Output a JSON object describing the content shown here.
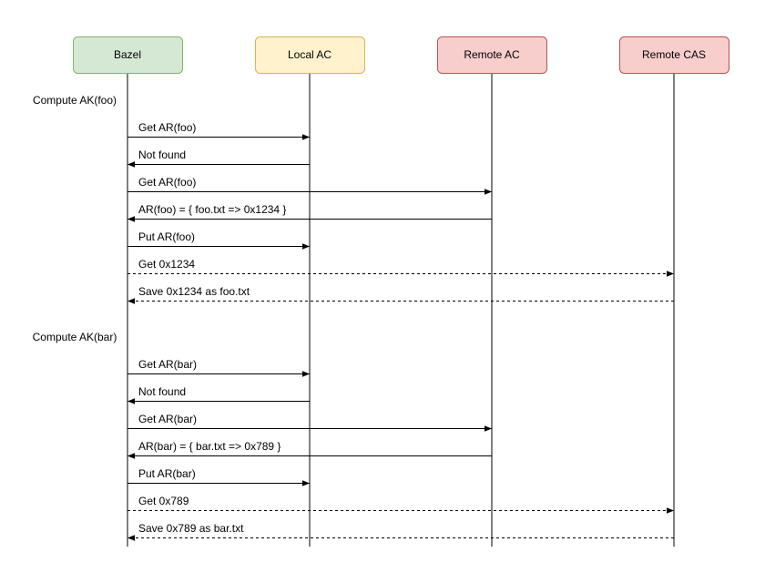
{
  "participants": [
    {
      "id": "bazel",
      "label": "Bazel",
      "fill": "#d5e8d4",
      "stroke": "#82b366"
    },
    {
      "id": "local_ac",
      "label": "Local AC",
      "fill": "#fff2cc",
      "stroke": "#d6b656"
    },
    {
      "id": "remote_ac",
      "label": "Remote AC",
      "fill": "#f8cecc",
      "stroke": "#b85450"
    },
    {
      "id": "remote_cas",
      "label": "Remote CAS",
      "fill": "#f8cecc",
      "stroke": "#b85450"
    }
  ],
  "sections": [
    {
      "label": "Compute AK(foo)"
    },
    {
      "label": "Compute AK(bar)"
    }
  ],
  "messages": [
    {
      "from": "bazel",
      "to": "local_ac",
      "label": "Get AR(foo)",
      "style": "solid"
    },
    {
      "from": "local_ac",
      "to": "bazel",
      "label": "Not found",
      "style": "solid"
    },
    {
      "from": "bazel",
      "to": "remote_ac",
      "label": "Get AR(foo)",
      "style": "solid"
    },
    {
      "from": "remote_ac",
      "to": "bazel",
      "label": "AR(foo) = { foo.txt => 0x1234 }",
      "style": "solid"
    },
    {
      "from": "bazel",
      "to": "local_ac",
      "label": "Put AR(foo)",
      "style": "solid"
    },
    {
      "from": "bazel",
      "to": "remote_cas",
      "label": "Get 0x1234",
      "style": "dashed"
    },
    {
      "from": "remote_cas",
      "to": "bazel",
      "label": "Save 0x1234 as foo.txt",
      "style": "dashed"
    },
    {
      "from": "bazel",
      "to": "local_ac",
      "label": "Get AR(bar)",
      "style": "solid"
    },
    {
      "from": "local_ac",
      "to": "bazel",
      "label": "Not found",
      "style": "solid"
    },
    {
      "from": "bazel",
      "to": "remote_ac",
      "label": "Get AR(bar)",
      "style": "solid"
    },
    {
      "from": "remote_ac",
      "to": "bazel",
      "label": "AR(bar) = { bar.txt => 0x789 }",
      "style": "solid"
    },
    {
      "from": "bazel",
      "to": "local_ac",
      "label": "Put AR(bar)",
      "style": "solid"
    },
    {
      "from": "bazel",
      "to": "remote_cas",
      "label": "Get 0x789",
      "style": "dashed"
    },
    {
      "from": "remote_cas",
      "to": "bazel",
      "label": "Save 0x789 as bar.txt",
      "style": "dashed"
    }
  ]
}
